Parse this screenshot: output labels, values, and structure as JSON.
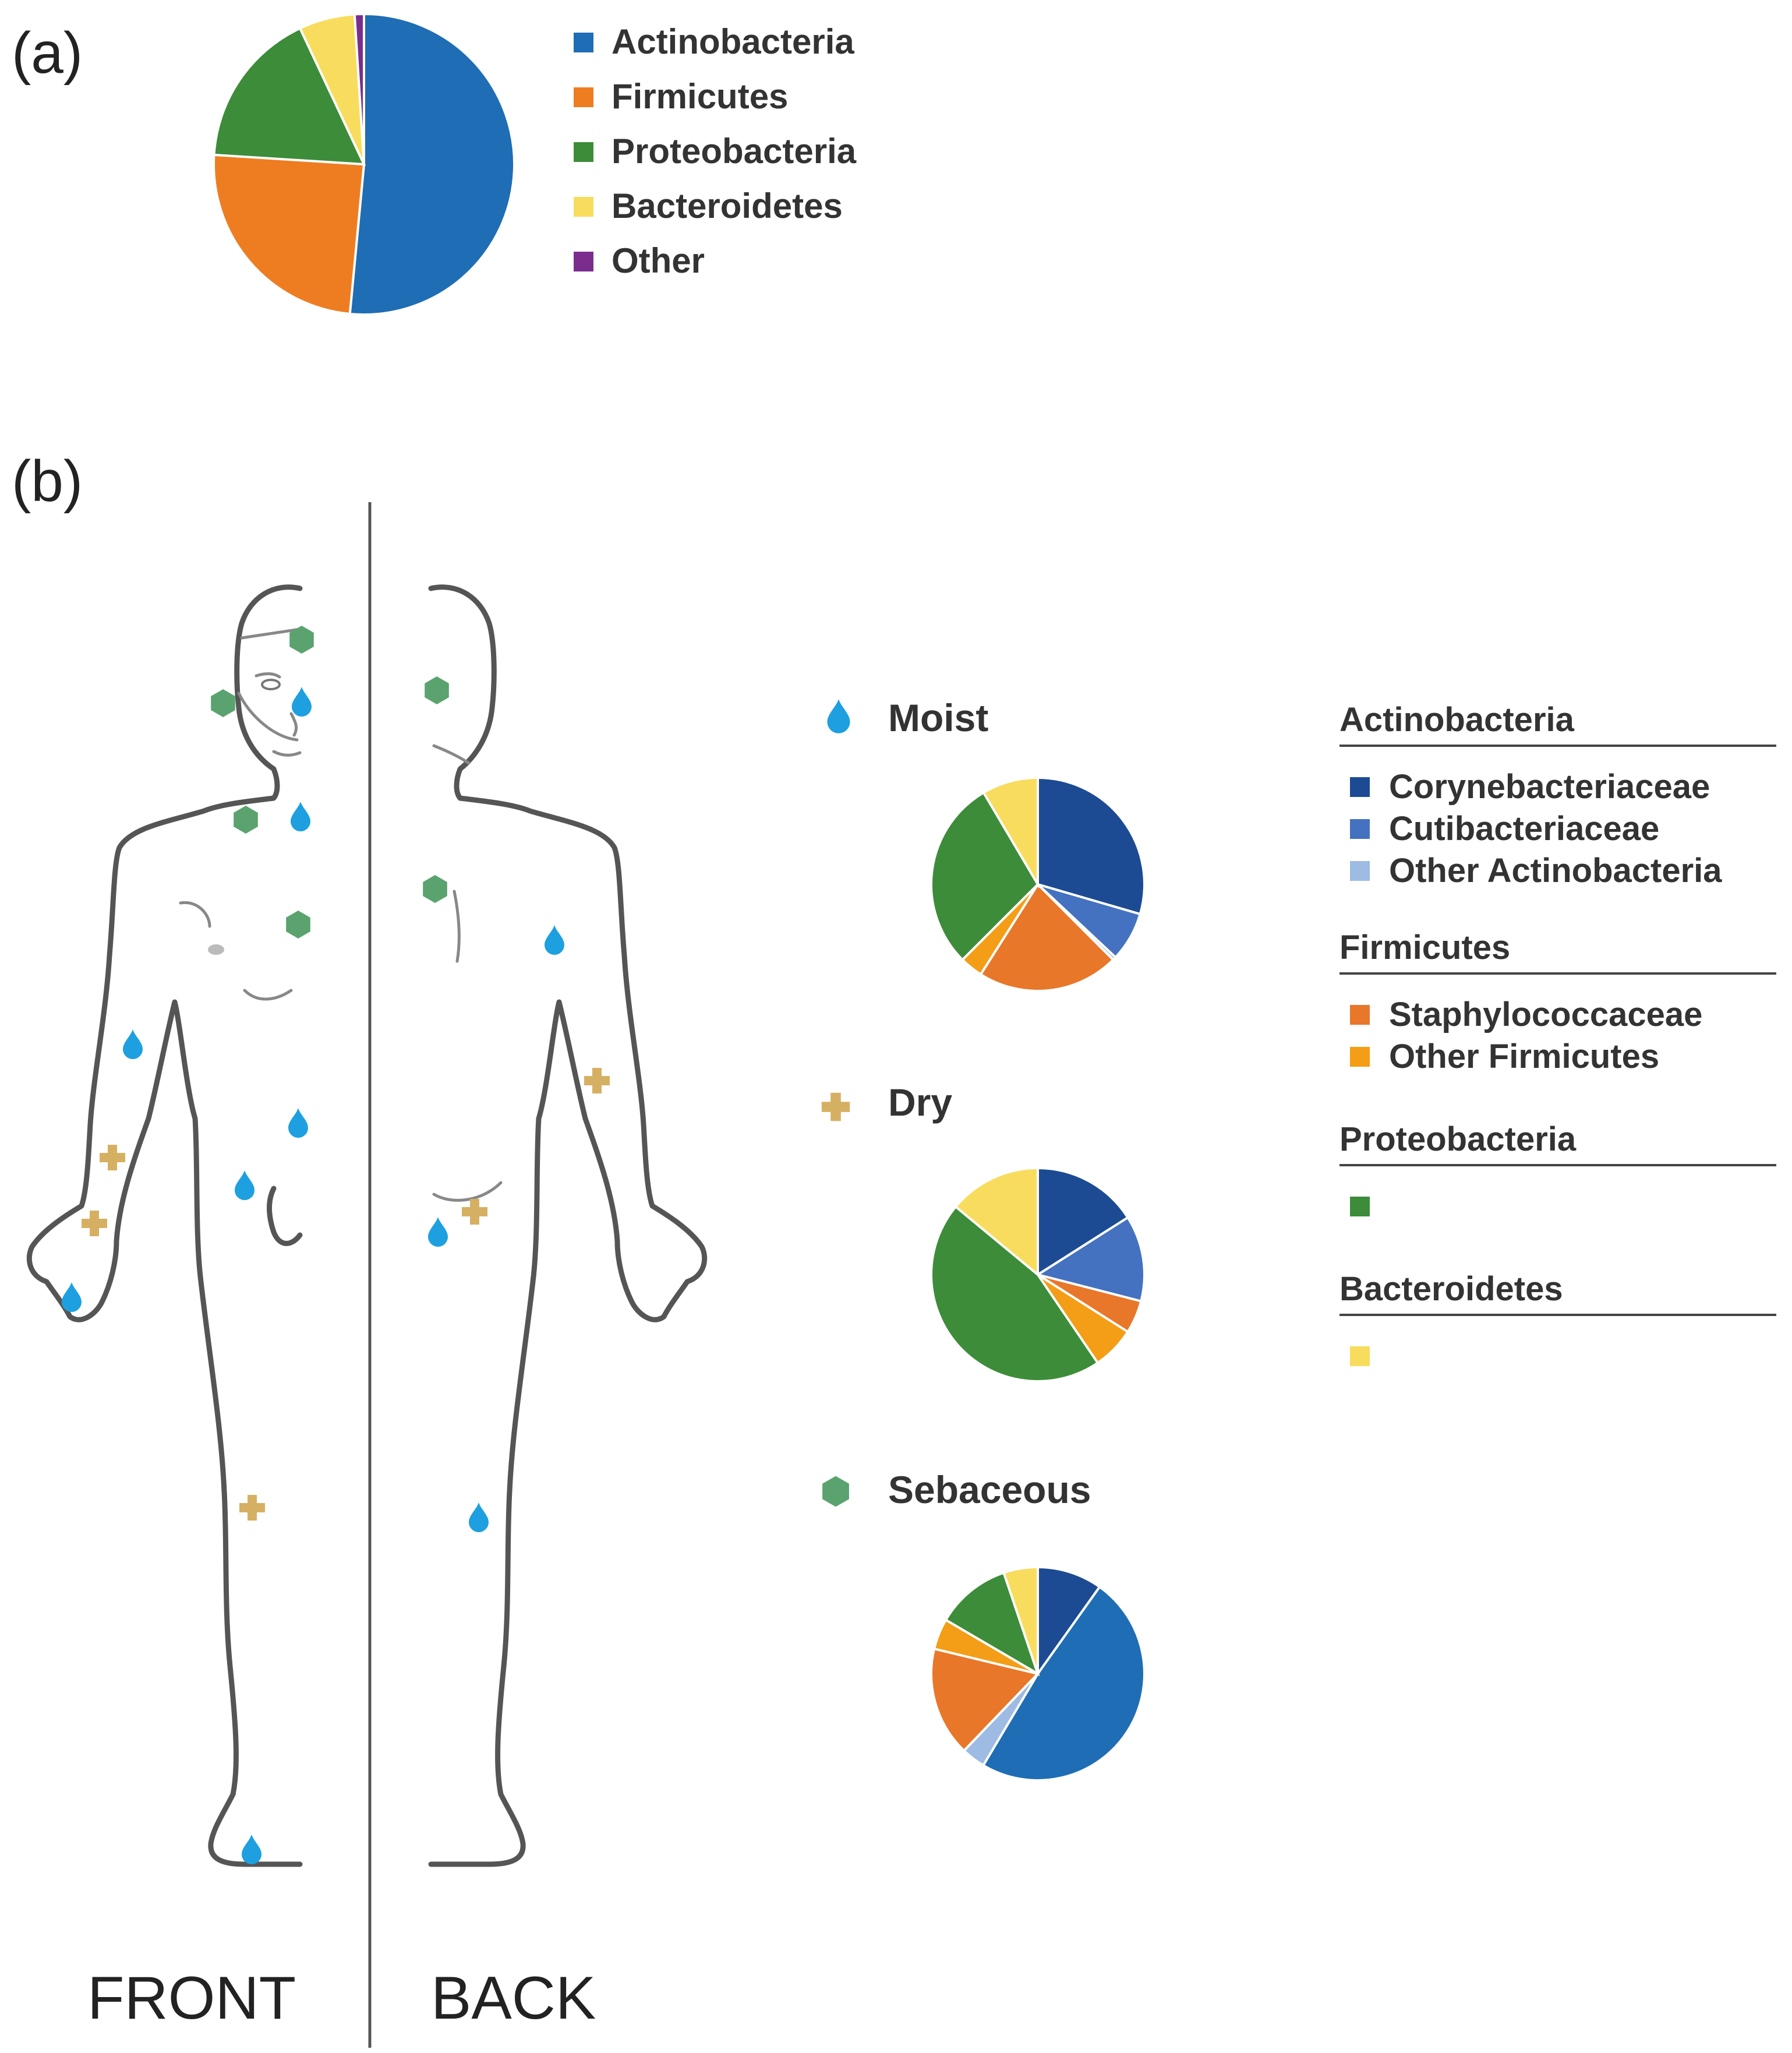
{
  "panel_a": {
    "label": "(a)",
    "legend": [
      {
        "name": "Actinobacteria",
        "color": "#1f6db4"
      },
      {
        "name": "Firmicutes",
        "color": "#ee7d22"
      },
      {
        "name": "Proteobacteria",
        "color": "#3d8c3a"
      },
      {
        "name": "Bacteroidetes",
        "color": "#f8dc5d"
      },
      {
        "name": "Other",
        "color": "#7b2d8e"
      }
    ]
  },
  "panel_b": {
    "label": "(b)",
    "front_label": "FRONT",
    "back_label": "BACK",
    "conditions": {
      "moist": {
        "label": "Moist",
        "icon": "water-drop-icon",
        "color": "#1ea0e0"
      },
      "dry": {
        "label": "Dry",
        "icon": "plus-icon",
        "color": "#d6b062"
      },
      "sebaceous": {
        "label": "Sebaceous",
        "icon": "hexagon-icon",
        "color": "#5aa36e"
      }
    },
    "legend_groups": [
      {
        "heading": "Actinobacteria",
        "items": [
          {
            "name": "Corynebacteriaceae",
            "color": "#1c4b93"
          },
          {
            "name": "Cutibacteriaceae",
            "color": "#4472c0"
          },
          {
            "name": "Other Actinobacteria",
            "color": "#9dbbe3"
          }
        ]
      },
      {
        "heading": "Firmicutes",
        "items": [
          {
            "name": "Staphylococcaceae",
            "color": "#e8772a"
          },
          {
            "name": "Other Firmicutes",
            "color": "#f49d16"
          }
        ]
      },
      {
        "heading": "Proteobacteria",
        "items": [
          {
            "name": "",
            "color": "#3d8c3a"
          }
        ]
      },
      {
        "heading": "Bacteroidetes",
        "items": [
          {
            "name": "",
            "color": "#f8dc5d"
          }
        ]
      }
    ]
  },
  "chart_data": [
    {
      "type": "pie",
      "panel": "(a)",
      "categories": [
        "Actinobacteria",
        "Firmicutes",
        "Proteobacteria",
        "Bacteroidetes",
        "Other"
      ],
      "values": [
        51.5,
        24.5,
        17,
        6,
        1
      ],
      "colors": [
        "#1f6db4",
        "#ee7d22",
        "#3d8c3a",
        "#f8dc5d",
        "#7b2d8e"
      ],
      "legend": "right"
    },
    {
      "type": "pie",
      "name": "Moist",
      "categories": [
        "Corynebacteriaceae",
        "Cutibacteriaceae",
        "Other Actinobacteria",
        "Staphylococcaceae",
        "Other Firmicutes",
        "Proteobacteria",
        "Bacteroidetes"
      ],
      "values": [
        29.5,
        7.5,
        0.5,
        21.5,
        3.5,
        29,
        8.5
      ],
      "colors": [
        "#1c4b93",
        "#4472c0",
        "#9dbbe3",
        "#e8772a",
        "#f49d16",
        "#3d8c3a",
        "#f8dc5d"
      ]
    },
    {
      "type": "pie",
      "name": "Dry",
      "categories": [
        "Corynebacteriaceae",
        "Cutibacteriaceae",
        "Other Actinobacteria",
        "Staphylococcaceae",
        "Other Firmicutes",
        "Proteobacteria",
        "Bacteroidetes"
      ],
      "values": [
        16,
        13,
        0,
        5,
        6.5,
        45.5,
        14
      ],
      "colors": [
        "#1c4b93",
        "#4472c0",
        "#9dbbe3",
        "#e8772a",
        "#f49d16",
        "#3d8c3a",
        "#f8dc5d"
      ]
    },
    {
      "type": "pie",
      "name": "Sebaceous",
      "categories": [
        "Corynebacteriaceae",
        "Actinobacteria (Cutibacteriaceae)",
        "Other Actinobacteria",
        "Staphylococcaceae",
        "Other Firmicutes",
        "Proteobacteria",
        "Bacteroidetes"
      ],
      "values": [
        9.5,
        47,
        3.5,
        16,
        4.5,
        11,
        5
      ],
      "colors": [
        "#1c4b93",
        "#1f6db4",
        "#9dbbe3",
        "#e8772a",
        "#f49d16",
        "#3d8c3a",
        "#f8dc5d"
      ]
    }
  ]
}
